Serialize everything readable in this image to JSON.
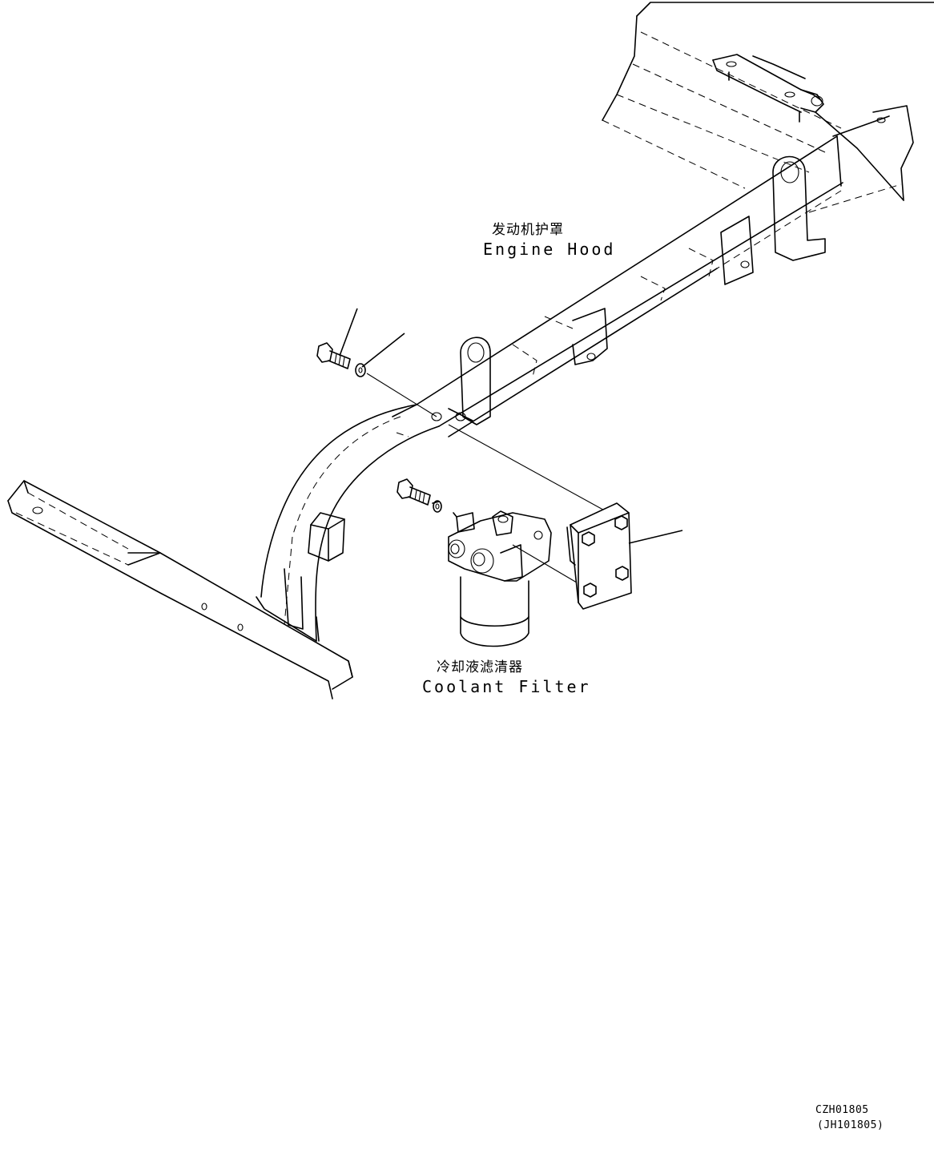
{
  "labels": {
    "engine_hood_cn": "发动机护罩",
    "engine_hood_en": "Engine Hood",
    "coolant_filter_cn": "冷却液滤清器",
    "coolant_filter_en": "Coolant Filter"
  },
  "drawing_code": {
    "primary": "CZH01805",
    "secondary": "(JH101805)"
  }
}
